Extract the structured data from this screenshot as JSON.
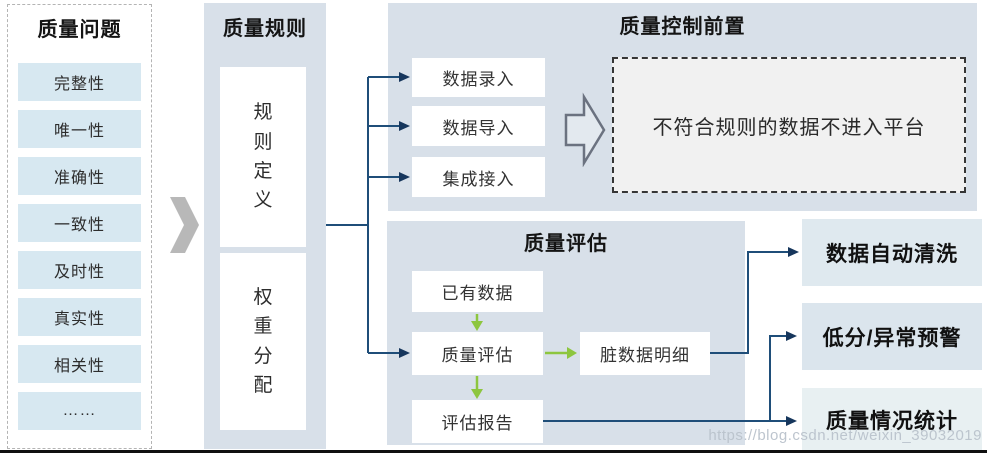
{
  "diagram": {
    "problems": {
      "title": "质量问题",
      "items": [
        "完整性",
        "唯一性",
        "准确性",
        "一致性",
        "及时性",
        "真实性",
        "相关性",
        "……"
      ]
    },
    "rules": {
      "title": "质量规则",
      "rule_definition": "规则定义",
      "weight_allocation": "权重分配"
    },
    "control": {
      "title": "质量控制前置",
      "inputs": [
        "数据录入",
        "数据导入",
        "集成接入"
      ],
      "note": "不符合规则的数据不进入平台"
    },
    "evaluation": {
      "title": "质量评估",
      "existing_data": "已有数据",
      "assess": "质量评估",
      "report": "评估报告",
      "dirty_detail": "脏数据明细"
    },
    "outputs": [
      "数据自动清洗",
      "低分/异常预警",
      "质量情况统计"
    ],
    "watermark": "https://blog.csdn.net/weixin_39032019",
    "colors": {
      "section_bg": "#d8e0e9",
      "item_bg": "#d7e8f1",
      "line_navy": "#1f4e79",
      "arrow_green": "#8dc63f",
      "chevron_gray": "#b8b8b8"
    }
  }
}
